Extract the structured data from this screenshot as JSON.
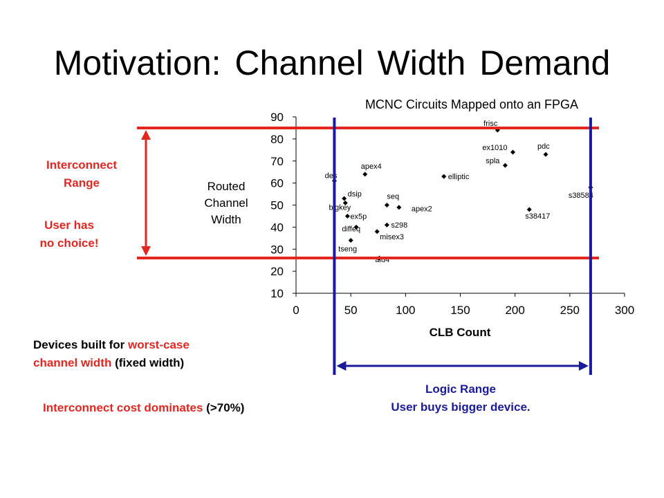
{
  "slide": {
    "title": "Motivation: Channel Width Demand"
  },
  "colors": {
    "red": "#e3261f",
    "blue": "#1a1a9c",
    "black": "#000000"
  },
  "annotations": {
    "interconnect_range_line1": "Interconnect",
    "interconnect_range_line2": "Range",
    "user_choice_line1": "User has",
    "user_choice_line2": "no choice!",
    "devices_pre": "Devices built for ",
    "devices_red": "worst-case",
    "devices_line2_red": "channel width",
    "devices_line2_black": " (fixed width)",
    "cost_red": "Interconnect cost dominates ",
    "cost_black": "(>70%)",
    "logic_range": "Logic Range",
    "bigger_device": "User buys bigger device."
  },
  "chart_data": {
    "type": "scatter",
    "title": "MCNC Circuits Mapped onto an FPGA",
    "xlabel": "CLB Count",
    "ylabel_lines": [
      "Routed",
      "Channel",
      "Width"
    ],
    "xlim": [
      0,
      300
    ],
    "ylim": [
      10,
      90
    ],
    "xticks": [
      0,
      50,
      100,
      150,
      200,
      250,
      300
    ],
    "yticks": [
      10,
      20,
      30,
      40,
      50,
      60,
      70,
      80,
      90
    ],
    "grid": false,
    "interconnect_range": [
      26,
      85
    ],
    "logic_range": [
      35,
      269
    ],
    "points": [
      {
        "name": "frisc",
        "x": 184,
        "y": 84
      },
      {
        "name": "ex1010",
        "x": 198,
        "y": 74
      },
      {
        "name": "pdc",
        "x": 228,
        "y": 73
      },
      {
        "name": "spla",
        "x": 191,
        "y": 68
      },
      {
        "name": "elliptic",
        "x": 135,
        "y": 63
      },
      {
        "name": "apex4",
        "x": 63,
        "y": 64
      },
      {
        "name": "des",
        "x": 35,
        "y": 61
      },
      {
        "name": "s38584",
        "x": 269,
        "y": 58
      },
      {
        "name": "dsip",
        "x": 44,
        "y": 53
      },
      {
        "name": "bigkey",
        "x": 45,
        "y": 51
      },
      {
        "name": "seq",
        "x": 83,
        "y": 50
      },
      {
        "name": "apex2",
        "x": 94,
        "y": 49
      },
      {
        "name": "s38417",
        "x": 213,
        "y": 48
      },
      {
        "name": "ex5p",
        "x": 47,
        "y": 45
      },
      {
        "name": "s298",
        "x": 83,
        "y": 41
      },
      {
        "name": "diffeq",
        "x": 55,
        "y": 40
      },
      {
        "name": "misex3",
        "x": 74,
        "y": 38
      },
      {
        "name": "tseng",
        "x": 50,
        "y": 34
      },
      {
        "name": "alu4",
        "x": 76,
        "y": 26
      }
    ]
  }
}
